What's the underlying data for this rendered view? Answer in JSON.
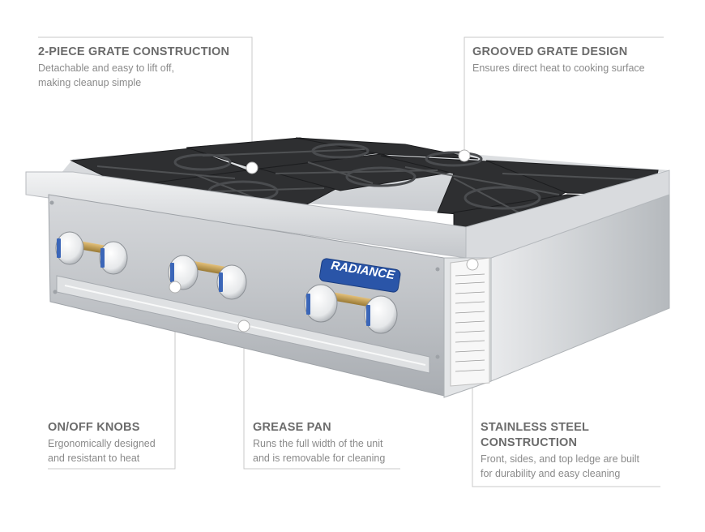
{
  "callouts": {
    "grate": {
      "title": "2-PIECE GRATE CONSTRUCTION",
      "desc": "Detachable and easy to lift off,\nmaking cleanup simple"
    },
    "grooved": {
      "title": "GROOVED GRATE DESIGN",
      "desc": "Ensures direct heat to cooking surface"
    },
    "knobs": {
      "title": "ON/OFF KNOBS",
      "desc": "Ergonomically designed\nand resistant to heat"
    },
    "grease": {
      "title": "GREASE PAN",
      "desc": "Runs the full width of the unit\nand is removable for cleaning"
    },
    "stainless": {
      "title": "STAINLESS STEEL\nCONSTRUCTION",
      "desc": "Front, sides, and top ledge are built\nfor durability and easy cleaning"
    }
  },
  "product": {
    "brand_logo": "RADIANCE"
  },
  "colors": {
    "title_text": "#6b6b6b",
    "desc_text": "#8a8a8a",
    "leader_line": "#c8c8c8",
    "badge_blue": "#2a55a8",
    "grate_iron": "#2e2f31",
    "steel_light": "#d4d7da",
    "steel_mid": "#b3b7bb"
  }
}
